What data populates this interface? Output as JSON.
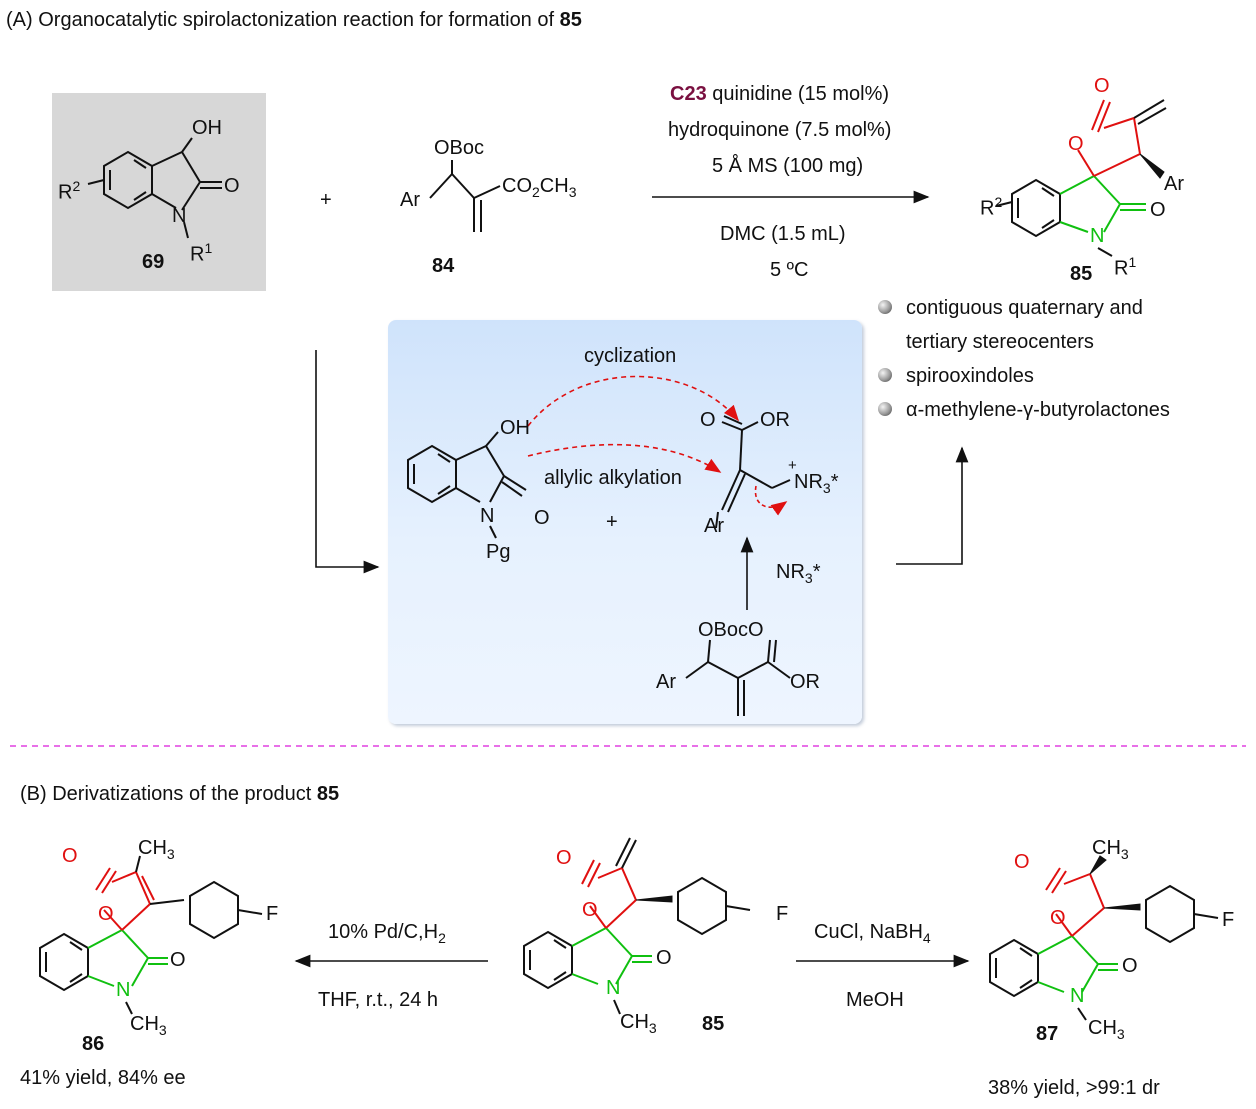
{
  "section_a": {
    "tag": "(A)",
    "title": "Organocatalytic spirolactonization reaction for formation of",
    "title_bold": "85"
  },
  "conditions": {
    "catalyst_code": "C23",
    "catalyst_name": "quinidine (15 mol%)",
    "additive": "hydroquinone (7.5 mol%)",
    "sieves": "5 Å MS (100 mg)",
    "solvent": "DMC (1.5 mL)",
    "temperature": "5 ºC"
  },
  "compounds": {
    "c69": "69",
    "c84": "84",
    "c85": "85",
    "c86": "86",
    "c87": "87"
  },
  "features": [
    "contiguous quaternary and",
    "tertiary stereocenters",
    "spirooxindoles",
    "α-methylene-γ-butyrolactones"
  ],
  "mechanism": {
    "cyclization": "cyclization",
    "allylic": "allylic alkylation",
    "plus": "+",
    "reagent": "NR3*"
  },
  "section_b": {
    "tag": "(B)",
    "title": "Derivatizations of the product",
    "title_bold": "85"
  },
  "left_conditions": {
    "top": "10% Pd/C,H2",
    "bottom": "THF, r.t., 24 h"
  },
  "right_conditions": {
    "top": "CuCl, NaBH4",
    "bottom": "MeOH"
  },
  "yields": {
    "y86": "41% yield, 84% ee",
    "y87": "38% yield, >99:1 dr"
  },
  "colors": {
    "lactone": "#e01010",
    "oxindole": "#10c010",
    "catalyst": "#7a1040",
    "divider": "#e040e0",
    "mech_arrow": "#e01010"
  }
}
